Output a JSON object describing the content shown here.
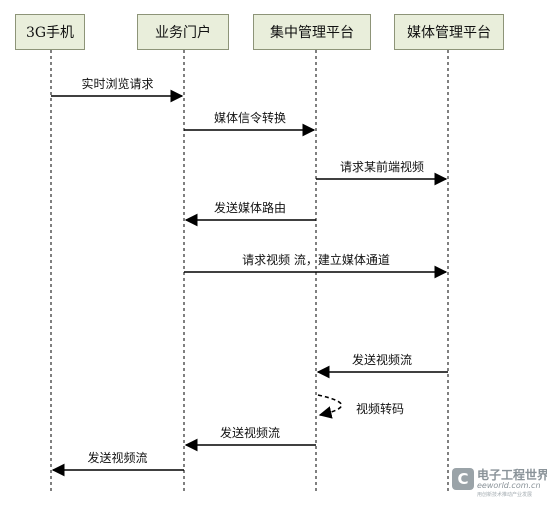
{
  "actors": [
    {
      "id": "phone",
      "name": "3G手机"
    },
    {
      "id": "portal",
      "name": "业务门户"
    },
    {
      "id": "central",
      "name": "集中管理平台"
    },
    {
      "id": "media",
      "name": "媒体管理平台"
    }
  ],
  "messages": [
    {
      "from": "phone",
      "to": "portal",
      "label": "实时浏览请求"
    },
    {
      "from": "portal",
      "to": "central",
      "label": "媒体信令转换"
    },
    {
      "from": "central",
      "to": "media",
      "label": "请求某前端视频"
    },
    {
      "from": "central",
      "to": "portal",
      "label": "发送媒体路由"
    },
    {
      "from": "portal",
      "to": "media",
      "label": "请求视频 流，建立媒体通道"
    },
    {
      "from": "media",
      "to": "central",
      "label": "发送视频流"
    },
    {
      "from": "central",
      "to": "central",
      "label": "视频转码",
      "style": "dashed-self"
    },
    {
      "from": "central",
      "to": "portal",
      "label": "发送视频流"
    },
    {
      "from": "portal",
      "to": "phone",
      "label": "发送视频流"
    }
  ],
  "colors": {
    "actor_fill": "#e9eedb",
    "actor_border": "#8d9478",
    "line": "#000000"
  },
  "watermark": {
    "logo_letter": "C",
    "title": "电子工程世界",
    "url": "eeworld.com.cn",
    "subtitle": "用创新技术推动产业发展"
  }
}
